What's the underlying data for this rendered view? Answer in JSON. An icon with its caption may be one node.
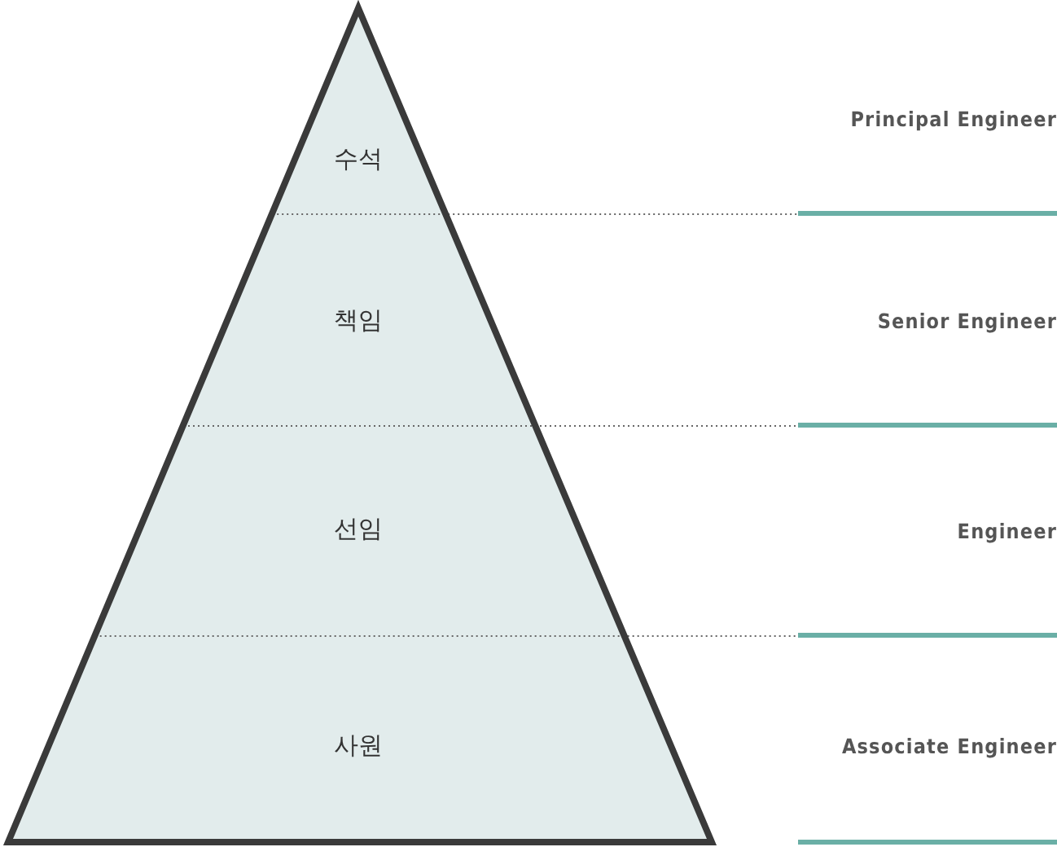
{
  "diagram": {
    "nodes": [
      {
        "text": [
          "수석"
        ]
      },
      {
        "text": [
          "책임"
        ]
      },
      {
        "text": [
          "선임"
        ]
      },
      {
        "text": [
          "사원"
        ]
      }
    ],
    "labels": [
      "Principal Engineer",
      "Senior Engineer",
      "Engineer",
      "Associate Engineer"
    ]
  }
}
